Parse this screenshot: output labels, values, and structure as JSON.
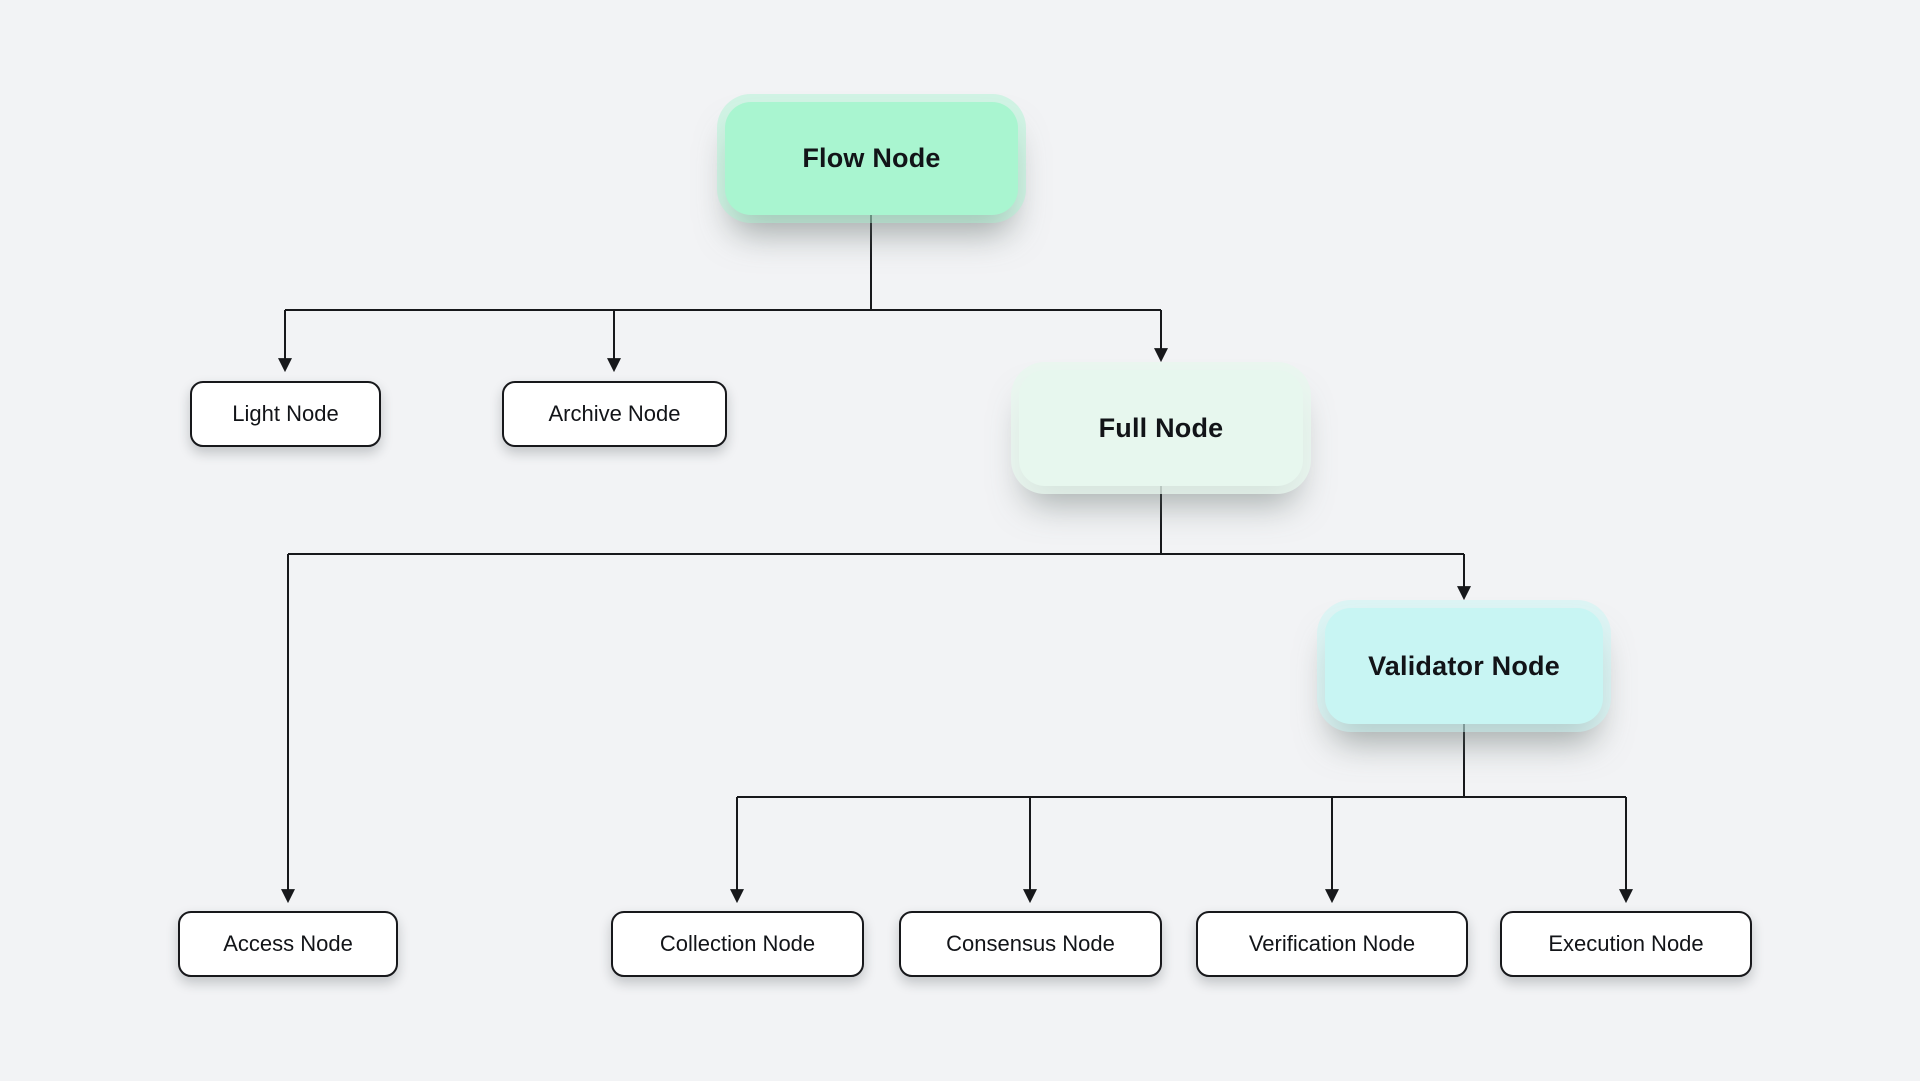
{
  "diagram": {
    "type": "tree-flowchart",
    "background_color": "#f2f3f5",
    "line_color": "#17181b",
    "nodes": {
      "flow": {
        "label": "Flow Node",
        "fill": "#a9f5d0",
        "variant": "highlight-mint"
      },
      "light": {
        "label": "Light Node",
        "fill": "#ffffff",
        "variant": "outline"
      },
      "archive": {
        "label": "Archive Node",
        "fill": "#ffffff",
        "variant": "outline"
      },
      "full": {
        "label": "Full Node",
        "fill": "#e7f7ee",
        "variant": "highlight-pale-mint"
      },
      "access": {
        "label": "Access Node",
        "fill": "#ffffff",
        "variant": "outline"
      },
      "validator": {
        "label": "Validator Node",
        "fill": "#c8f5f3",
        "variant": "highlight-cyan"
      },
      "collection": {
        "label": "Collection Node",
        "fill": "#ffffff",
        "variant": "outline"
      },
      "consensus": {
        "label": "Consensus Node",
        "fill": "#ffffff",
        "variant": "outline"
      },
      "verification": {
        "label": "Verification Node",
        "fill": "#ffffff",
        "variant": "outline"
      },
      "execution": {
        "label": "Execution Node",
        "fill": "#ffffff",
        "variant": "outline"
      }
    },
    "edges": [
      {
        "from": "flow",
        "to": "light"
      },
      {
        "from": "flow",
        "to": "archive"
      },
      {
        "from": "flow",
        "to": "full"
      },
      {
        "from": "full",
        "to": "access"
      },
      {
        "from": "full",
        "to": "validator"
      },
      {
        "from": "validator",
        "to": "collection"
      },
      {
        "from": "validator",
        "to": "consensus"
      },
      {
        "from": "validator",
        "to": "verification"
      },
      {
        "from": "validator",
        "to": "execution"
      }
    ]
  }
}
